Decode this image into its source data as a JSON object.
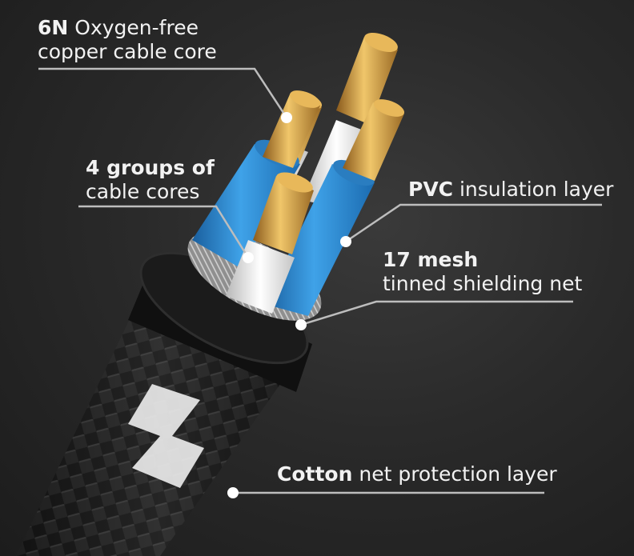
{
  "labels": {
    "core": {
      "bold": "6N",
      "rest": " Oxygen-free",
      "line2": "copper cable core"
    },
    "groups": {
      "line1": "4 groups of",
      "line2": "cable cores"
    },
    "pvc": {
      "bold": "PVC",
      "rest": " insulation layer"
    },
    "mesh": {
      "line1": "17 mesh",
      "line2": "tinned shielding net"
    },
    "cotton": {
      "bold": "Cotton",
      "rest": " net protection layer"
    }
  },
  "colors": {
    "background": "#262626",
    "copper": "#d4a247",
    "blue_insulation": "#2f8fd6",
    "white_insulation": "#e8e8e8",
    "leader_line": "#bdbdbd"
  }
}
